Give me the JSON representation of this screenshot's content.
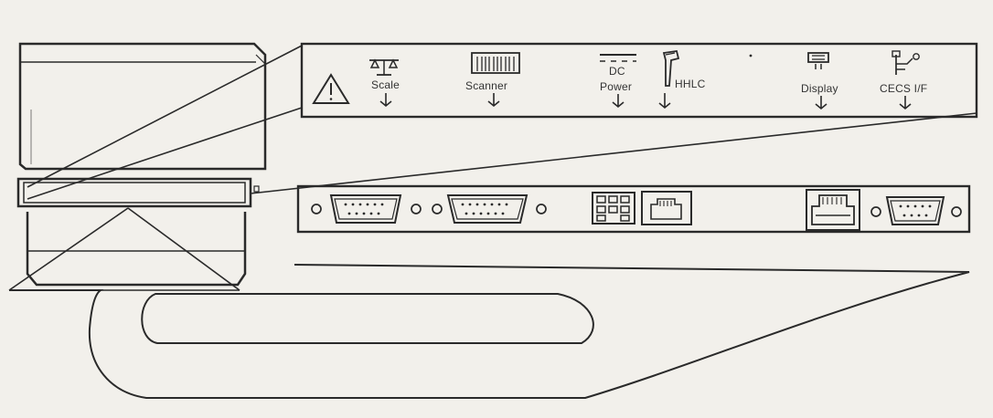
{
  "labels": {
    "scale": "Scale",
    "scanner": "Scanner",
    "dc_line1": "DC",
    "dc_line2": "Power",
    "hhlc": "HHLC",
    "display": "Display",
    "cecs": "CECS I/F"
  },
  "colors": {
    "paper": "#f2f0eb",
    "ink": "#2a2a2a",
    "panel": "#e9e7e2"
  },
  "icons": [
    "warning-icon",
    "scale-icon",
    "scanner-icon",
    "dc-power-icon",
    "hhlc-icon",
    "display-icon",
    "usb-icon"
  ]
}
